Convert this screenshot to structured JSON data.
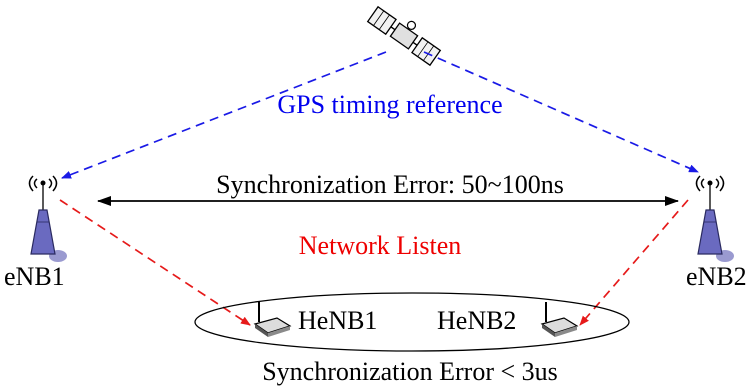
{
  "labels": {
    "gps": "GPS timing reference",
    "sync_macro": "Synchronization Error: 50~100ns",
    "network_listen": "Network Listen",
    "enb1": "eNB1",
    "enb2": "eNB2",
    "henb1": "HeNB1",
    "henb2": "HeNB2",
    "sync_femto": "Synchronization Error < 3us"
  },
  "colors": {
    "gps_arrow": "#1a1ae6",
    "listen_arrow": "#e61a1a",
    "gps_text": "#0000ee",
    "listen_text": "#ee0000",
    "text": "#000000",
    "tower_body": "#6a6ac0",
    "tower_shadow": "#9a9ad0"
  },
  "icons": {
    "satellite": "satellite-icon",
    "macro_tower": "cell-tower-icon",
    "femto_ap": "femtocell-router-icon"
  }
}
